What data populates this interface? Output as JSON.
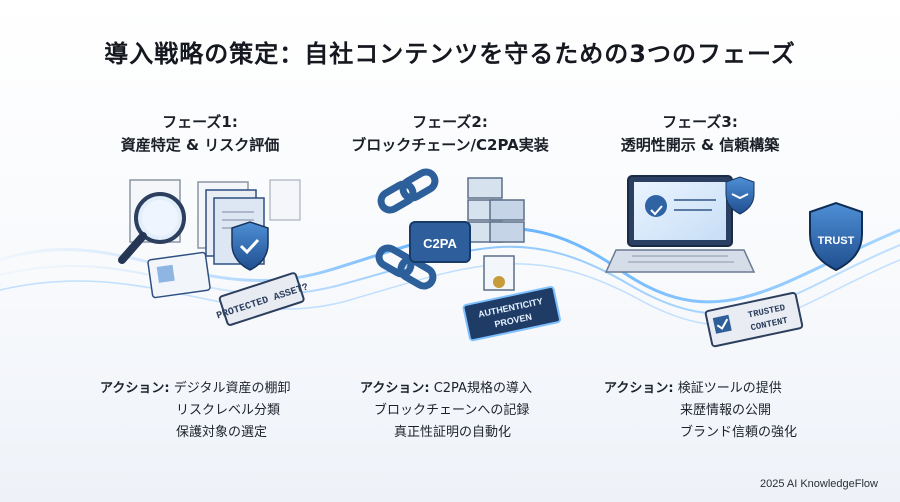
{
  "title": "導入戦略の策定：自社コンテンツを守るための3つのフェーズ",
  "phases": [
    {
      "heading_1": "フェーズ1:",
      "heading_2": "資産特定 & リスク評価",
      "badge": "PROTECTED ASSET?",
      "action_label": "アクション:",
      "actions": [
        "デジタル資産の棚卸",
        "リスクレベル分類",
        "保護対象の選定"
      ]
    },
    {
      "heading_1": "フェーズ2:",
      "heading_2": "ブロックチェーン/C2PA実装",
      "chip": "C2PA",
      "badge_1": "AUTHENTICITY",
      "badge_2": "PROVEN",
      "action_label": "アクション:",
      "actions": [
        "C2PA規格の導入",
        "ブロックチェーンへの記録",
        "真正性証明の自動化"
      ]
    },
    {
      "heading_1": "フェーズ3:",
      "heading_2": "透明性開示 & 信頼構築",
      "badge_1": "TRUSTED",
      "badge_2": "CONTENT",
      "shield": "TRUST",
      "action_label": "アクション:",
      "actions": [
        "検証ツールの提供",
        "来歴情報の公開",
        "ブランド信頼の強化"
      ]
    }
  ],
  "footer": "2025 AI KnowledgeFlow",
  "colors": {
    "accent": "#2f7fd6",
    "navy": "#23395d",
    "glow": "#5fb4ff"
  }
}
